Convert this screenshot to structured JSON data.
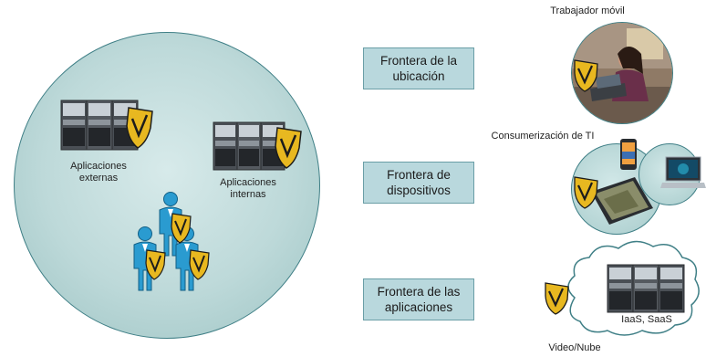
{
  "left": {
    "apps_external": "Aplicaciones externas",
    "apps_external_l1": "Aplicaciones",
    "apps_external_l2": "externas",
    "apps_internal_l1": "Aplicaciones",
    "apps_internal_l2": "internas"
  },
  "boundaries": [
    {
      "label_l1": "Frontera de la",
      "label_l2": "ubicación"
    },
    {
      "label_l1": "Frontera de",
      "label_l2": "dispositivos"
    },
    {
      "label_l1": "Frontera de las",
      "label_l2": "aplicaciones"
    }
  ],
  "right": {
    "mobile_worker": "Trabajador móvil",
    "consumerization": "Consumerización de TI",
    "cloud_label": "IaaS, SaaS",
    "video_cloud": "Video/Nube"
  },
  "colors": {
    "circle_fill": "#bdd9d9",
    "circle_border": "#3f7f86",
    "box_fill": "#b9d8dd",
    "people_blue": "#1f8fc1",
    "shield_gold": "#e8b820"
  }
}
